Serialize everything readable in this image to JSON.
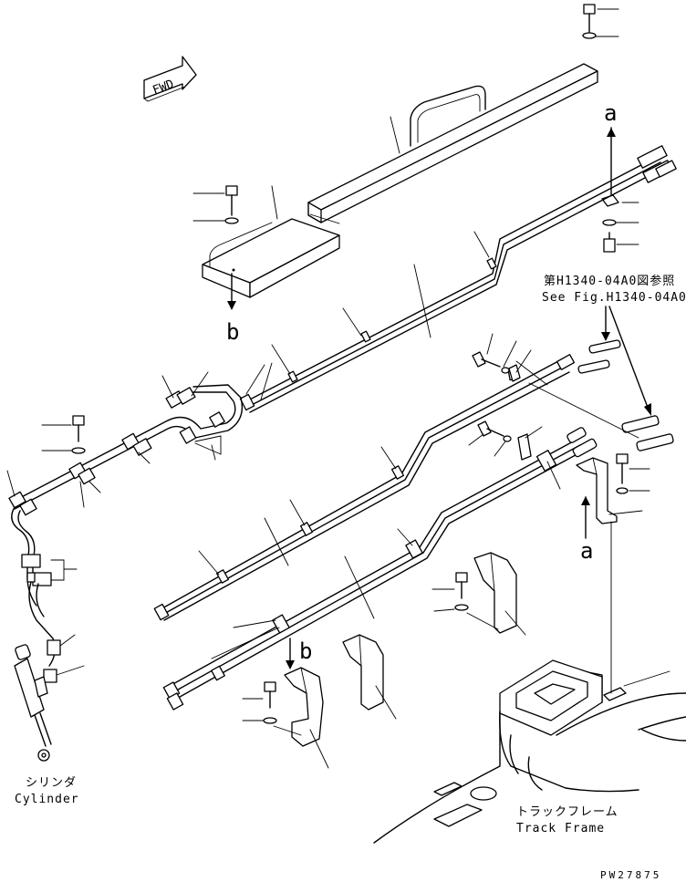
{
  "direction_sign": "FWD",
  "ref_a": "a",
  "ref_b": "b",
  "see_fig_jp": "第H1340-04A0図参照",
  "see_fig_en": "See Fig.H1340-04A0",
  "cylinder_jp": "シリンダ",
  "cylinder_en": "Cylinder",
  "track_frame_jp": "トラックフレーム",
  "track_frame_en": "Track Frame",
  "drawing_number": "PW27875"
}
